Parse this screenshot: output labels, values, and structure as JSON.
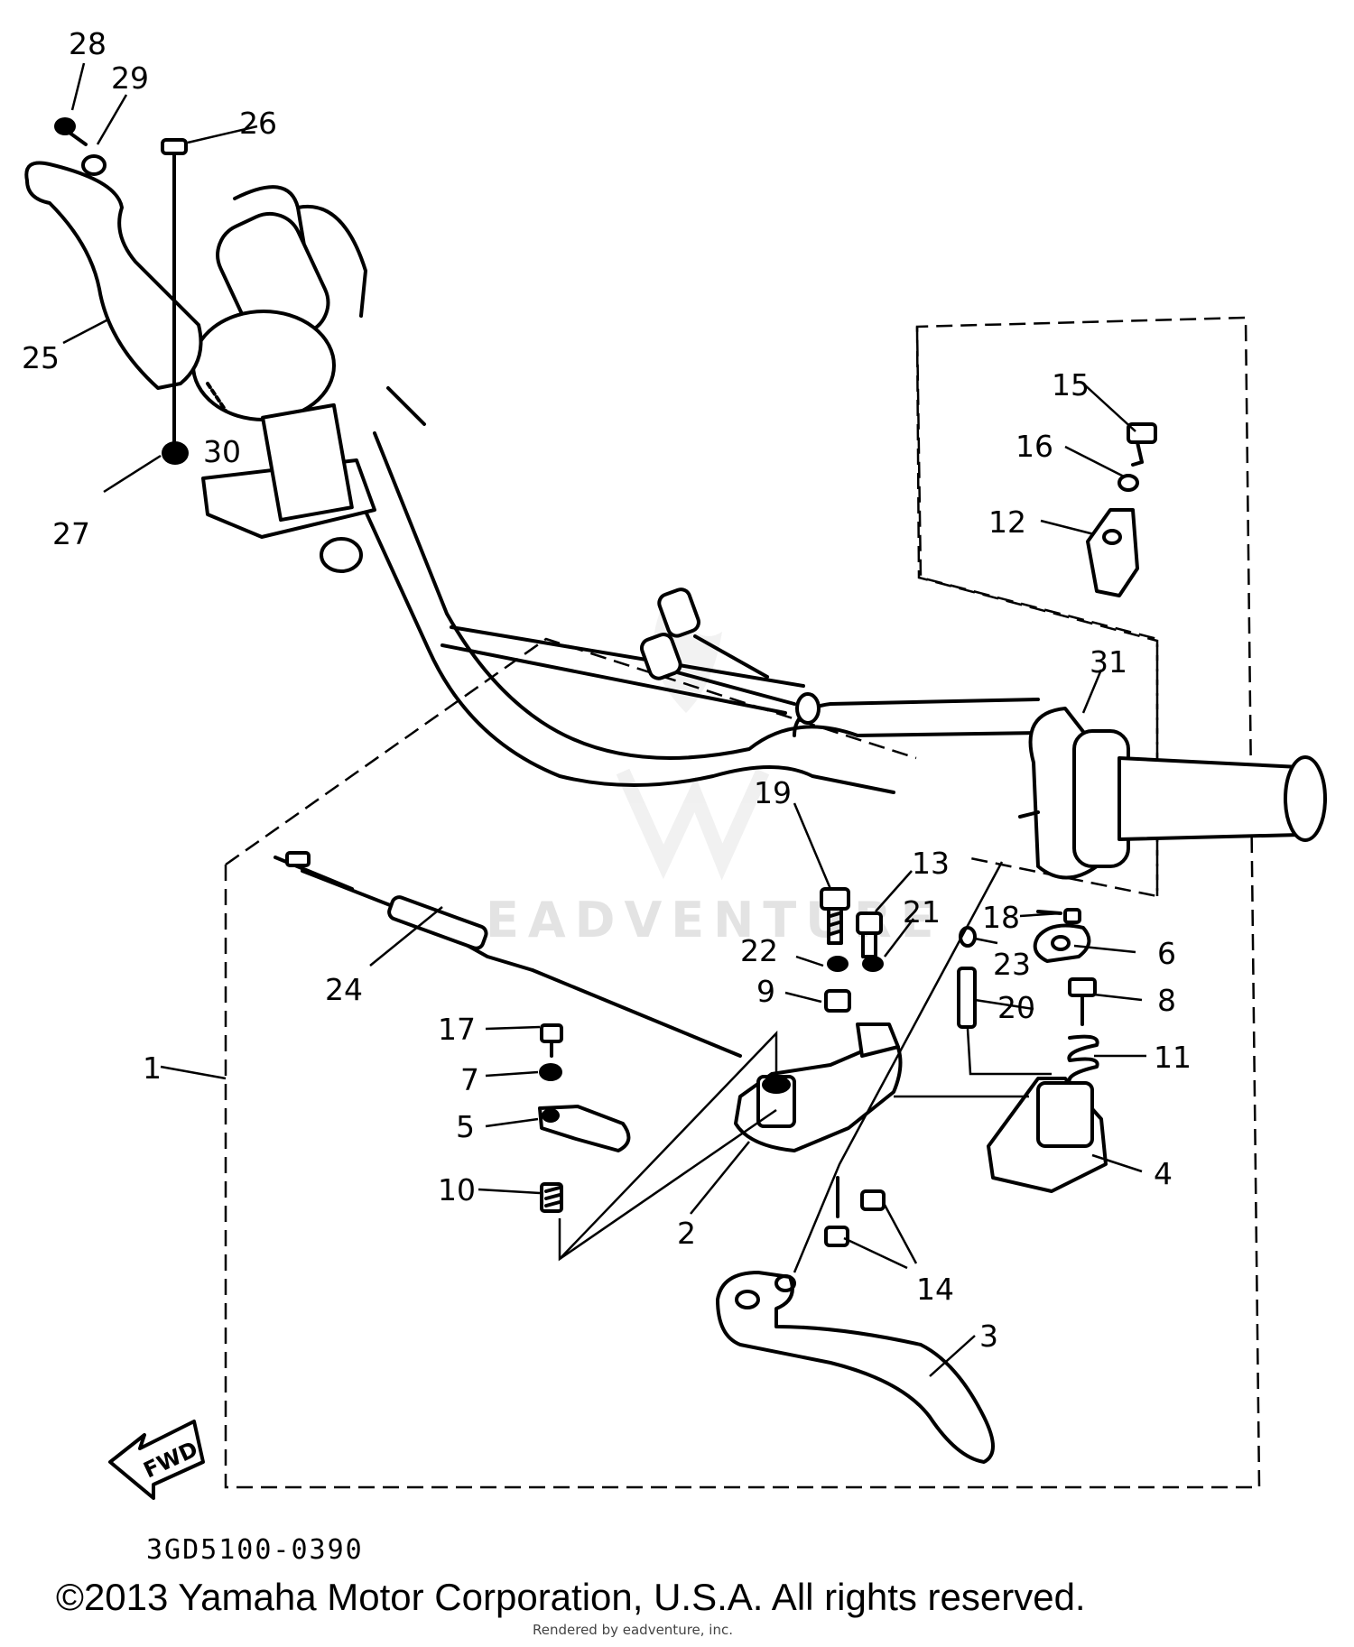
{
  "diagram": {
    "code": "3GD5100-0390",
    "fwd_label": "FWD",
    "watermark": "EADVENTURE",
    "callouts": {
      "c1": "1",
      "c2": "2",
      "c3": "3",
      "c4": "4",
      "c5": "5",
      "c6": "6",
      "c7": "7",
      "c8": "8",
      "c9": "9",
      "c10": "10",
      "c11": "11",
      "c12": "12",
      "c13": "13",
      "c14": "14",
      "c15": "15",
      "c16": "16",
      "c17": "17",
      "c18": "18",
      "c19": "19",
      "c20": "20",
      "c21": "21",
      "c22": "22",
      "c23": "23",
      "c24": "24",
      "c25": "25",
      "c26": "26",
      "c27": "27",
      "c28": "28",
      "c29": "29",
      "c30": "30",
      "c31": "31"
    }
  },
  "footer": {
    "copyright": "©2013 Yamaha Motor Corporation, U.S.A. All rights reserved.",
    "rendered_by": "Rendered by eadventure, inc."
  }
}
